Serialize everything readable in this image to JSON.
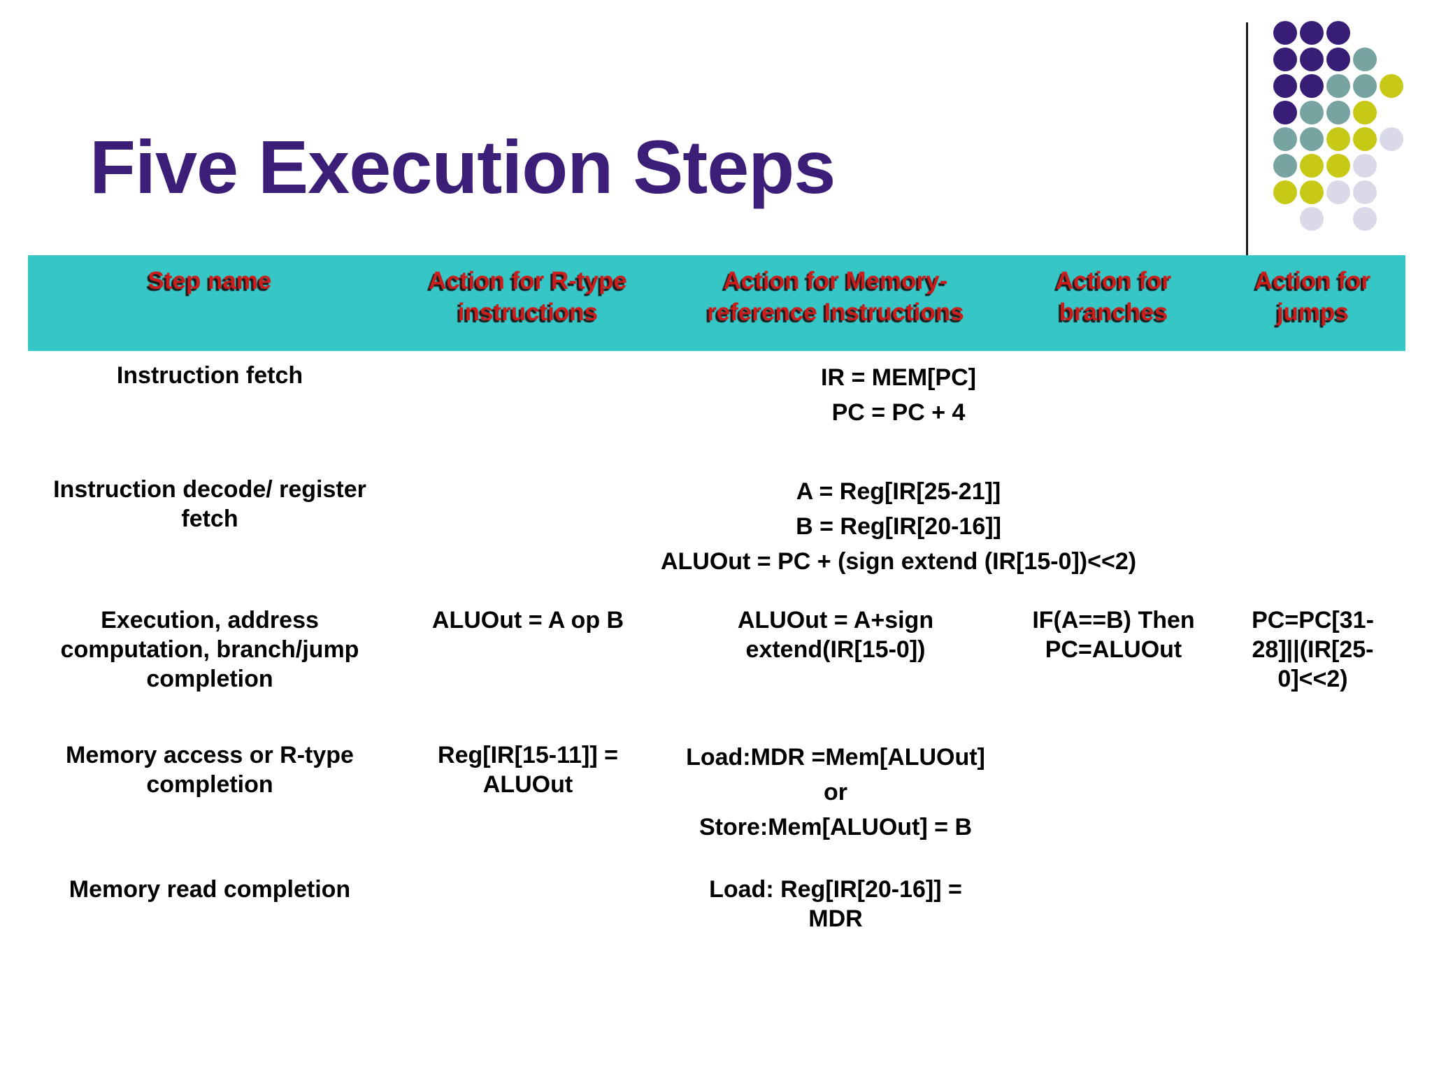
{
  "slide": {
    "title": "Five Execution Steps"
  },
  "colors": {
    "background": "#ffffff",
    "title_text": "#3b1e78",
    "header_bg": "#37c6c6",
    "header_text": "#cc1d1d",
    "header_shadow": "#1c1c1c",
    "body_text": "#000000",
    "divider_line": "#1a1a1a",
    "dot_purple": "#381d77",
    "dot_teal": "#77a3a1",
    "dot_yellow": "#c6ca16",
    "dot_lavender": "#d9d9e8"
  },
  "table": {
    "header_columns": [
      {
        "id": "step",
        "lines": [
          "Step name"
        ]
      },
      {
        "id": "rtype",
        "lines": [
          "Action for R-type",
          "instructions"
        ]
      },
      {
        "id": "memory",
        "lines": [
          "Action for Memory-",
          "reference Instructions"
        ]
      },
      {
        "id": "branch",
        "lines": [
          "Action for",
          "branches"
        ]
      },
      {
        "id": "jump",
        "lines": [
          "Action for",
          "jumps"
        ]
      }
    ],
    "rows": [
      {
        "step": [
          "Instruction fetch"
        ],
        "merged": [
          "IR = MEM[PC]",
          "PC = PC + 4"
        ]
      },
      {
        "step": [
          "Instruction decode/ register",
          "fetch"
        ],
        "merged": [
          "A = Reg[IR[25-21]]",
          "B = Reg[IR[20-16]]",
          "ALUOut =  PC + (sign extend (IR[15-0])<<2)"
        ]
      },
      {
        "step": [
          "Execution, address",
          "computation, branch/jump",
          "completion"
        ],
        "rtype": [
          "ALUOut = A op B"
        ],
        "memory": [
          "ALUOut = A+sign",
          "extend(IR[15-0])"
        ],
        "branch": [
          "IF(A==B) Then",
          "PC=ALUOut"
        ],
        "jump": [
          "PC=PC[31-",
          "28]||(IR[25-",
          "0]<<2)"
        ]
      },
      {
        "step": [
          "Memory access or R-type",
          "completion"
        ],
        "rtype": [
          "Reg[IR[15-11]] =",
          "ALUOut"
        ],
        "memory": [
          "Load:MDR =Mem[ALUOut]",
          "or",
          "Store:Mem[ALUOut] = B"
        ]
      },
      {
        "step": [
          "Memory read completion"
        ],
        "memory": [
          "Load: Reg[IR[20-16]] =",
          "MDR"
        ]
      }
    ]
  },
  "decoration": {
    "pattern": [
      "PPP..",
      "PPPT.",
      "PPTTY",
      "PTTY.",
      "TTYYL",
      "TYYL.",
      "YYLL.",
      ".L.L."
    ],
    "palette_keys": {
      "P": "dot_purple",
      "T": "dot_teal",
      "Y": "dot_yellow",
      "L": "dot_lavender"
    }
  }
}
